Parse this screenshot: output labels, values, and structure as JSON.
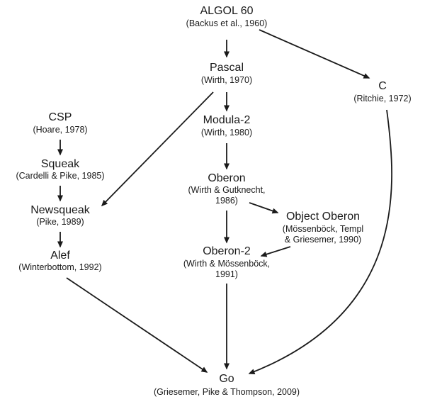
{
  "colors": {
    "background": "#ffffff",
    "text": "#1a1a1a",
    "arrow": "#1a1a1a"
  },
  "diagram": {
    "description": "Genealogy of programming languages leading to Go",
    "nodes": {
      "algol60": {
        "label": "ALGOL 60",
        "sub1": "(Backus et al., 1960)"
      },
      "pascal": {
        "label": "Pascal",
        "sub1": "(Wirth, 1970)"
      },
      "c": {
        "label": "C",
        "sub1": "(Ritchie, 1972)"
      },
      "modula2": {
        "label": "Modula-2",
        "sub1": "(Wirth, 1980)"
      },
      "oberon": {
        "label": "Oberon",
        "sub1": "(Wirth & Gutknecht,",
        "sub2": "1986)"
      },
      "object_oberon": {
        "label": "Object Oberon",
        "sub1": "(Mössenböck, Templ",
        "sub2": "& Griesemer, 1990)"
      },
      "oberon2": {
        "label": "Oberon-2",
        "sub1": "(Wirth & Mössenböck,",
        "sub2": "1991)"
      },
      "csp": {
        "label": "CSP",
        "sub1": "(Hoare, 1978)"
      },
      "squeak": {
        "label": "Squeak",
        "sub1": "(Cardelli & Pike, 1985)"
      },
      "newsqueak": {
        "label": "Newsqueak",
        "sub1": "(Pike, 1989)"
      },
      "alef": {
        "label": "Alef",
        "sub1": "(Winterbottom, 1992)"
      },
      "go": {
        "label": "Go",
        "sub1": "(Griesemer, Pike & Thompson, 2009)"
      }
    },
    "edges": [
      {
        "from": "algol60",
        "to": "pascal"
      },
      {
        "from": "algol60",
        "to": "c"
      },
      {
        "from": "pascal",
        "to": "modula2"
      },
      {
        "from": "pascal",
        "to": "newsqueak"
      },
      {
        "from": "modula2",
        "to": "oberon"
      },
      {
        "from": "oberon",
        "to": "oberon2"
      },
      {
        "from": "oberon",
        "to": "object_oberon"
      },
      {
        "from": "object_oberon",
        "to": "oberon2"
      },
      {
        "from": "csp",
        "to": "squeak"
      },
      {
        "from": "squeak",
        "to": "newsqueak"
      },
      {
        "from": "newsqueak",
        "to": "alef"
      },
      {
        "from": "alef",
        "to": "go"
      },
      {
        "from": "oberon2",
        "to": "go"
      },
      {
        "from": "c",
        "to": "go"
      }
    ]
  }
}
